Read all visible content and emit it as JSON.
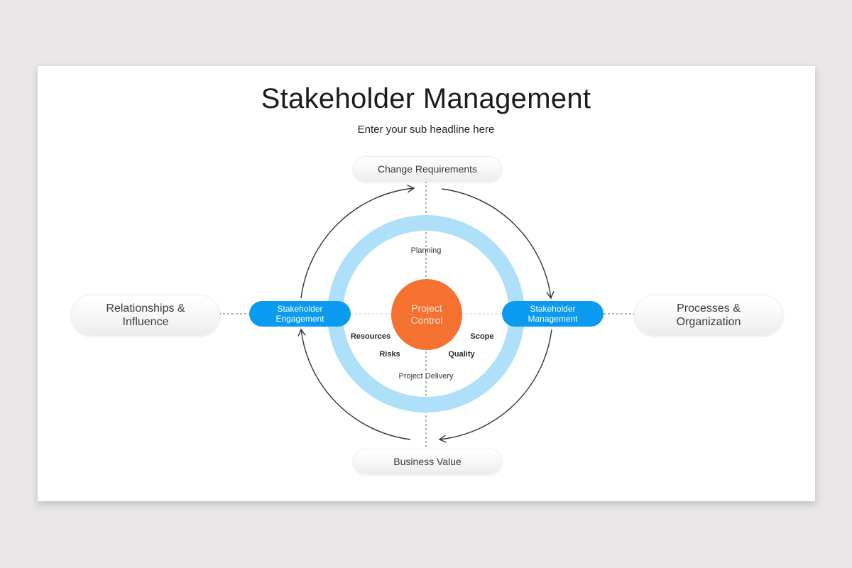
{
  "slide": {
    "title": "Stakeholder Management",
    "subtitle": "Enter your sub headline here"
  },
  "outer_nodes": {
    "top": "Change Requirements",
    "bottom": "Business Value",
    "left": "Relationships & Influence",
    "right": "Processes & Organization"
  },
  "blue_nodes": {
    "left": "Stakeholder Engagement",
    "right": "Stakeholder Management"
  },
  "center": {
    "label": "Project Control"
  },
  "ring_labels": {
    "top": "Planning",
    "bottom": "Project Delivery",
    "resources": "Resources",
    "risks": "Risks",
    "scope": "Scope",
    "quality": "Quality"
  },
  "colors": {
    "ring": "#aee0fa",
    "blue_node": "#0a9bf0",
    "center": "#f47130",
    "background": "#e8e6e7",
    "arrow": "#333333"
  }
}
